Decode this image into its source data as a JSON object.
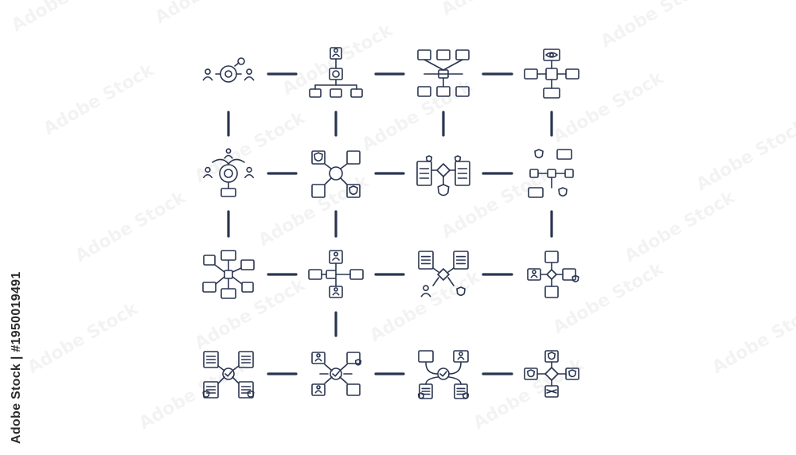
{
  "stock_label": "Adobe Stock | #1950019491",
  "watermark_word": "Adobe Stock",
  "ink_color": "#2a3550",
  "grid": {
    "rows": 4,
    "cols": 4,
    "icons": [
      [
        "team-hub-icon",
        "org-chart-icon",
        "document-flow-icon",
        "eye-workflow-icon"
      ],
      [
        "team-target-icon",
        "shield-network-icon",
        "document-shield-icon",
        "shield-flow-icon"
      ],
      [
        "profile-network-icon",
        "user-hub-icon",
        "document-people-icon",
        "shield-process-icon"
      ],
      [
        "document-verify-icon",
        "team-checklist-icon",
        "verify-workflow-icon",
        "shield-diamond-icon"
      ]
    ],
    "horizontal_connectors": [
      [
        true,
        true,
        true
      ],
      [
        true,
        true,
        true
      ],
      [
        true,
        true,
        true
      ],
      [
        true,
        true,
        true
      ]
    ],
    "vertical_connectors": [
      [
        true,
        true,
        true,
        true
      ],
      [
        true,
        true,
        false,
        true
      ],
      [
        false,
        true,
        false,
        false
      ]
    ]
  }
}
